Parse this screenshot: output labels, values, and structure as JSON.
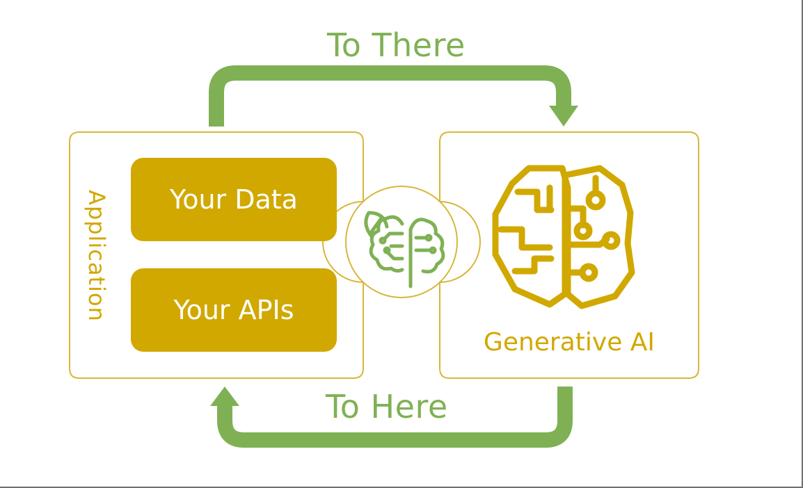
{
  "diagram": {
    "top_arrow_label": "To There",
    "bottom_arrow_label": "To Here",
    "application_label": "Application",
    "data_box_label": "Your Data",
    "apis_box_label": "Your APIs",
    "ai_label": "Generative AI",
    "icons": {
      "center": "leaf-brain-icon",
      "right": "circuit-brain-icon"
    }
  },
  "colors": {
    "green": "#7fb154",
    "gold": "#d1a800",
    "border": "#d8b63a",
    "frame": "#6f6f6f",
    "background": "#ffffff"
  }
}
